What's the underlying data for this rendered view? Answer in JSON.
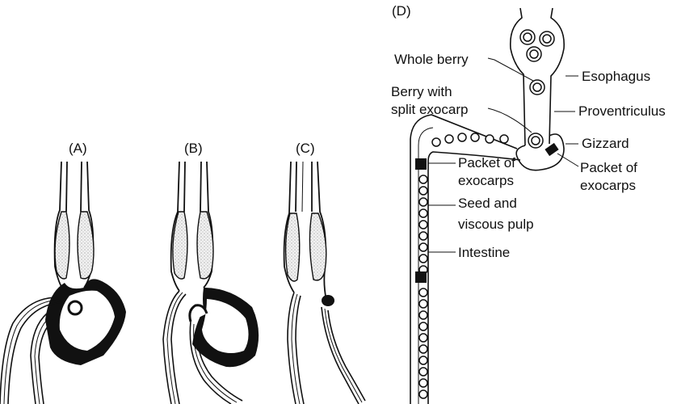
{
  "panels": {
    "a": "(A)",
    "b": "(B)",
    "c": "(C)",
    "d": "(D)"
  },
  "labels": {
    "whole_berry": "Whole berry",
    "esophagus": "Esophagus",
    "berry_split_1": "Berry with",
    "berry_split_2": "split exocarp",
    "proventriculus": "Proventriculus",
    "gizzard": "Gizzard",
    "packet_left_1": "Packet of",
    "packet_left_2": "exocarps",
    "packet_right_1": "Packet of",
    "packet_right_2": "exocarps",
    "seed_1": "Seed and",
    "seed_2": "viscous pulp",
    "intestine": "Intestine"
  }
}
